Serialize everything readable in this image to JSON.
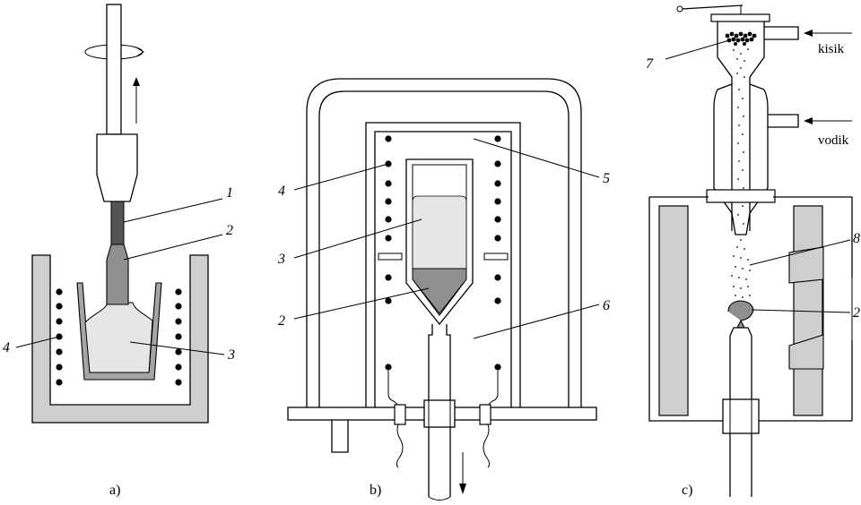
{
  "panels": [
    {
      "id": "a",
      "caption": "a)",
      "labels": [
        "1",
        "2",
        "3",
        "4"
      ]
    },
    {
      "id": "b",
      "caption": "b)",
      "labels": [
        "2",
        "3",
        "4",
        "5",
        "6"
      ]
    },
    {
      "id": "c",
      "caption": "c)",
      "labels": [
        "2",
        "7",
        "8"
      ],
      "inlets": [
        "kisik",
        "vodik"
      ]
    }
  ],
  "colors": {
    "line": "#000000",
    "wall_gray": "#cfcfcf",
    "melt_light": "#e6e6e6",
    "solid_dark": "#8f8f8f",
    "coil": "#000000"
  }
}
